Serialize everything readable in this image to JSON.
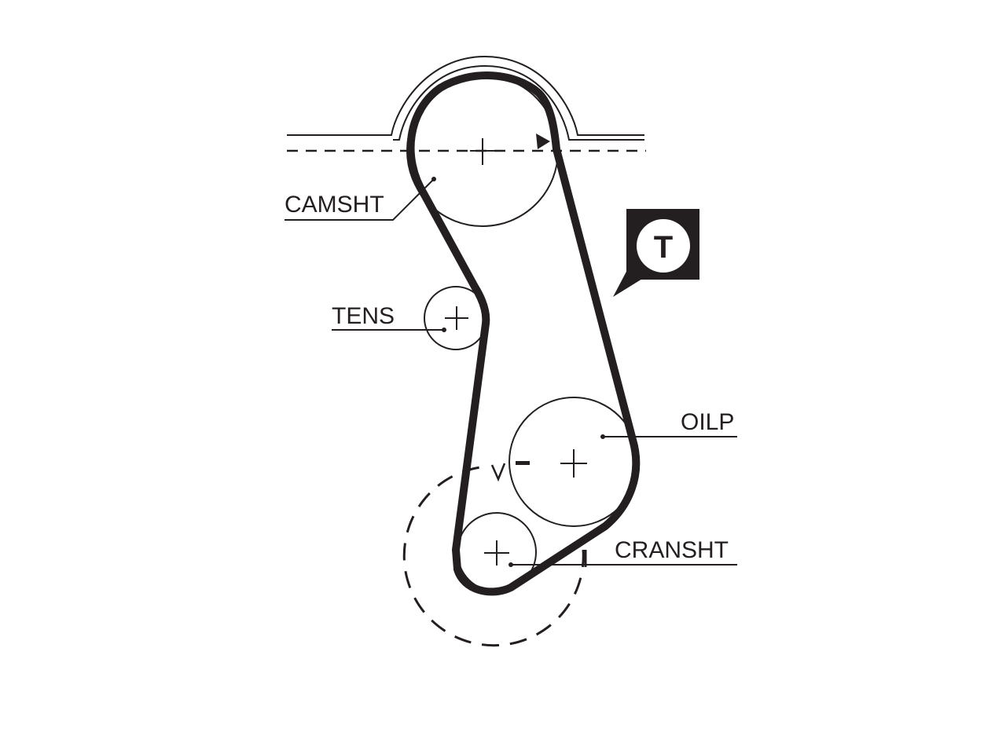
{
  "labels": {
    "camshaft": "CAMSHT",
    "tensioner": "TENS",
    "oil_pump": "OILP",
    "crankshaft": "CRANSHT",
    "timing_marker": "T"
  },
  "colors": {
    "line": "#231f20",
    "background": "#ffffff"
  },
  "icons": {
    "timing_marker": "t-speech-bubble-icon"
  }
}
